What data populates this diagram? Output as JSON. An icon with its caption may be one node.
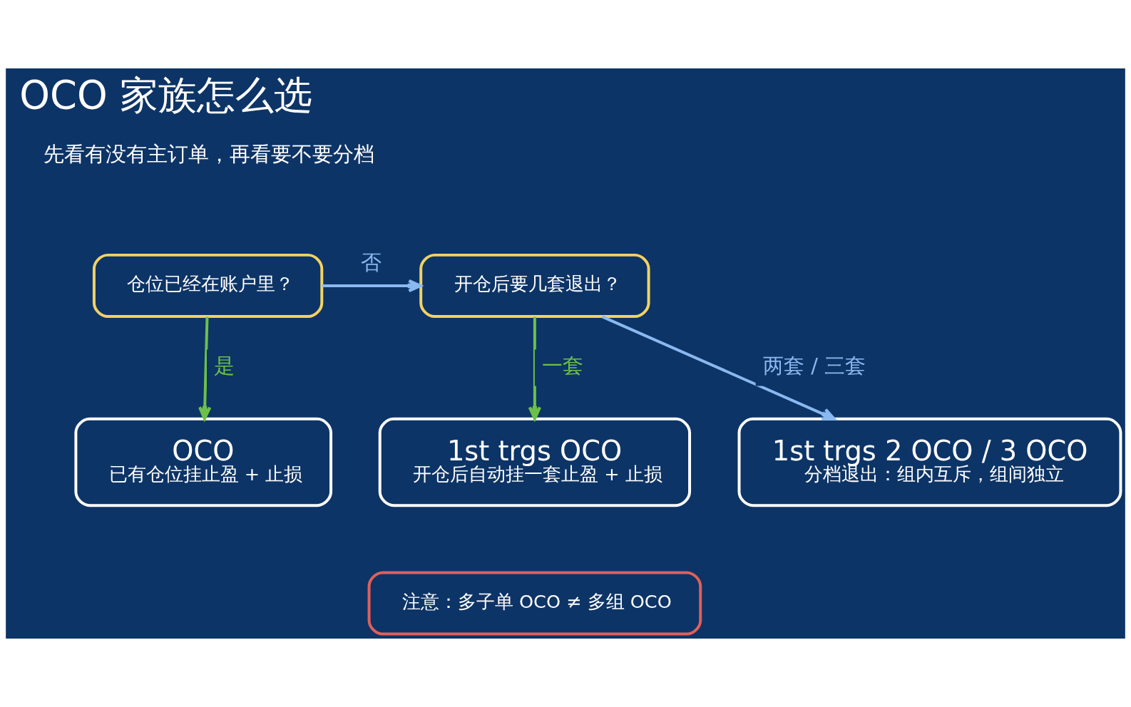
{
  "diagram": {
    "title": "OCO 家族怎么选",
    "nodes": [
      {
        "text": [
          "仓位已经在账户里？"
        ]
      },
      {
        "text": [
          "开仓后要几套退出？"
        ]
      },
      {
        "text": [
          "OCO",
          "已有仓位挂止盈 + 止损"
        ]
      },
      {
        "text": [
          "1st trgs OCO",
          "开仓后自动挂一套止盈 + 止损"
        ]
      },
      {
        "text": [
          "1st trgs 2 OCO / 3 OCO",
          "分档退出：组内互斥，组间独立"
        ]
      },
      {
        "text": [
          "注意：多子单 OCO ≠ 多组 OCO"
        ]
      }
    ],
    "edges": [
      {
        "from": 0,
        "to": 1,
        "arrow": "to",
        "label": "否",
        "color": "#8ab8f0"
      },
      {
        "from": 0,
        "to": 2,
        "arrow": "to",
        "label": "是",
        "color": "#6cc04a"
      },
      {
        "from": 1,
        "to": 3,
        "arrow": "to",
        "label": "一套",
        "color": "#6cc04a"
      },
      {
        "from": 1,
        "to": 4,
        "arrow": "to",
        "label": "两套 / 三套",
        "color": "#8ab8f0"
      }
    ],
    "labels": [
      "先看有没有主订单，再看要不要分档"
    ]
  }
}
